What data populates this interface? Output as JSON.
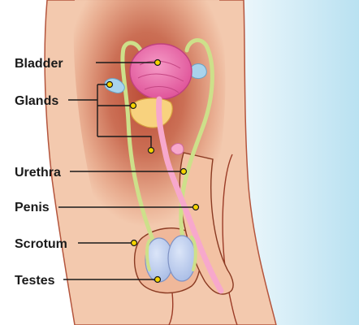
{
  "labels": {
    "bladder": "Bladder",
    "glands": "Glands",
    "urethra": "Urethra",
    "penis": "Penis",
    "scrotum": "Scrotum",
    "testes": "Testes"
  },
  "colors": {
    "background_blue": "#bfe4f2",
    "skin": "#f3c9ae",
    "tissue_dark": "#b5493a",
    "bladder": "#ee7fb6",
    "urethra": "#f7a8cc",
    "vas_deferens": "#cde08a",
    "prostate": "#f8d27e",
    "seminal_vesicle": "#a9d3ec",
    "testes": "#b8c9ec",
    "outline": "#8a3a22",
    "leader_dot": "#f5d400"
  }
}
